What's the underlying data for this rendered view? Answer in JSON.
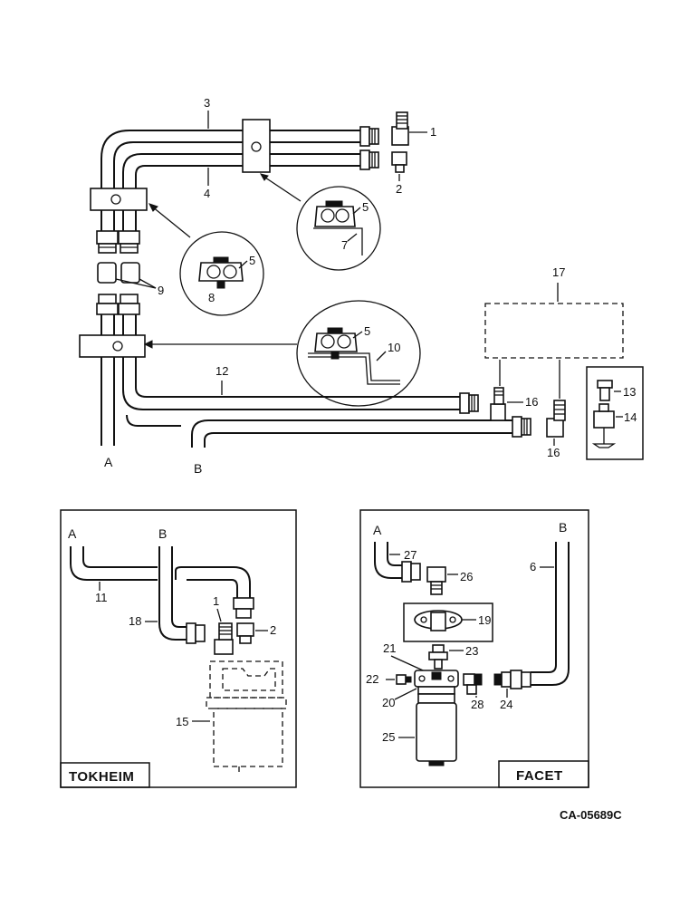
{
  "labels": {
    "p1": "1",
    "p2": "2",
    "p3": "3",
    "p4": "4",
    "p5a": "5",
    "p5b": "5",
    "p5c": "5",
    "p7": "7",
    "p8": "8",
    "p9": "9",
    "p10": "10",
    "p12": "12",
    "p13": "13",
    "p14": "14",
    "p16a": "16",
    "p16b": "16",
    "p17": "17",
    "lineA": "A",
    "lineB": "B",
    "t_A": "A",
    "t_B": "B",
    "t_11": "11",
    "t_18": "18",
    "t_1": "1",
    "t_2": "2",
    "t_15": "15",
    "f_A": "A",
    "f_B": "B",
    "f_27": "27",
    "f_26": "26",
    "f_6": "6",
    "f_19": "19",
    "f_21": "21",
    "f_23": "23",
    "f_22": "22",
    "f_20": "20",
    "f_28": "28",
    "f_24": "24",
    "f_25": "25"
  },
  "captions": {
    "tokheim": "TOKHEIM",
    "facet": "FACET"
  },
  "drawing_code": "CA-05689C"
}
